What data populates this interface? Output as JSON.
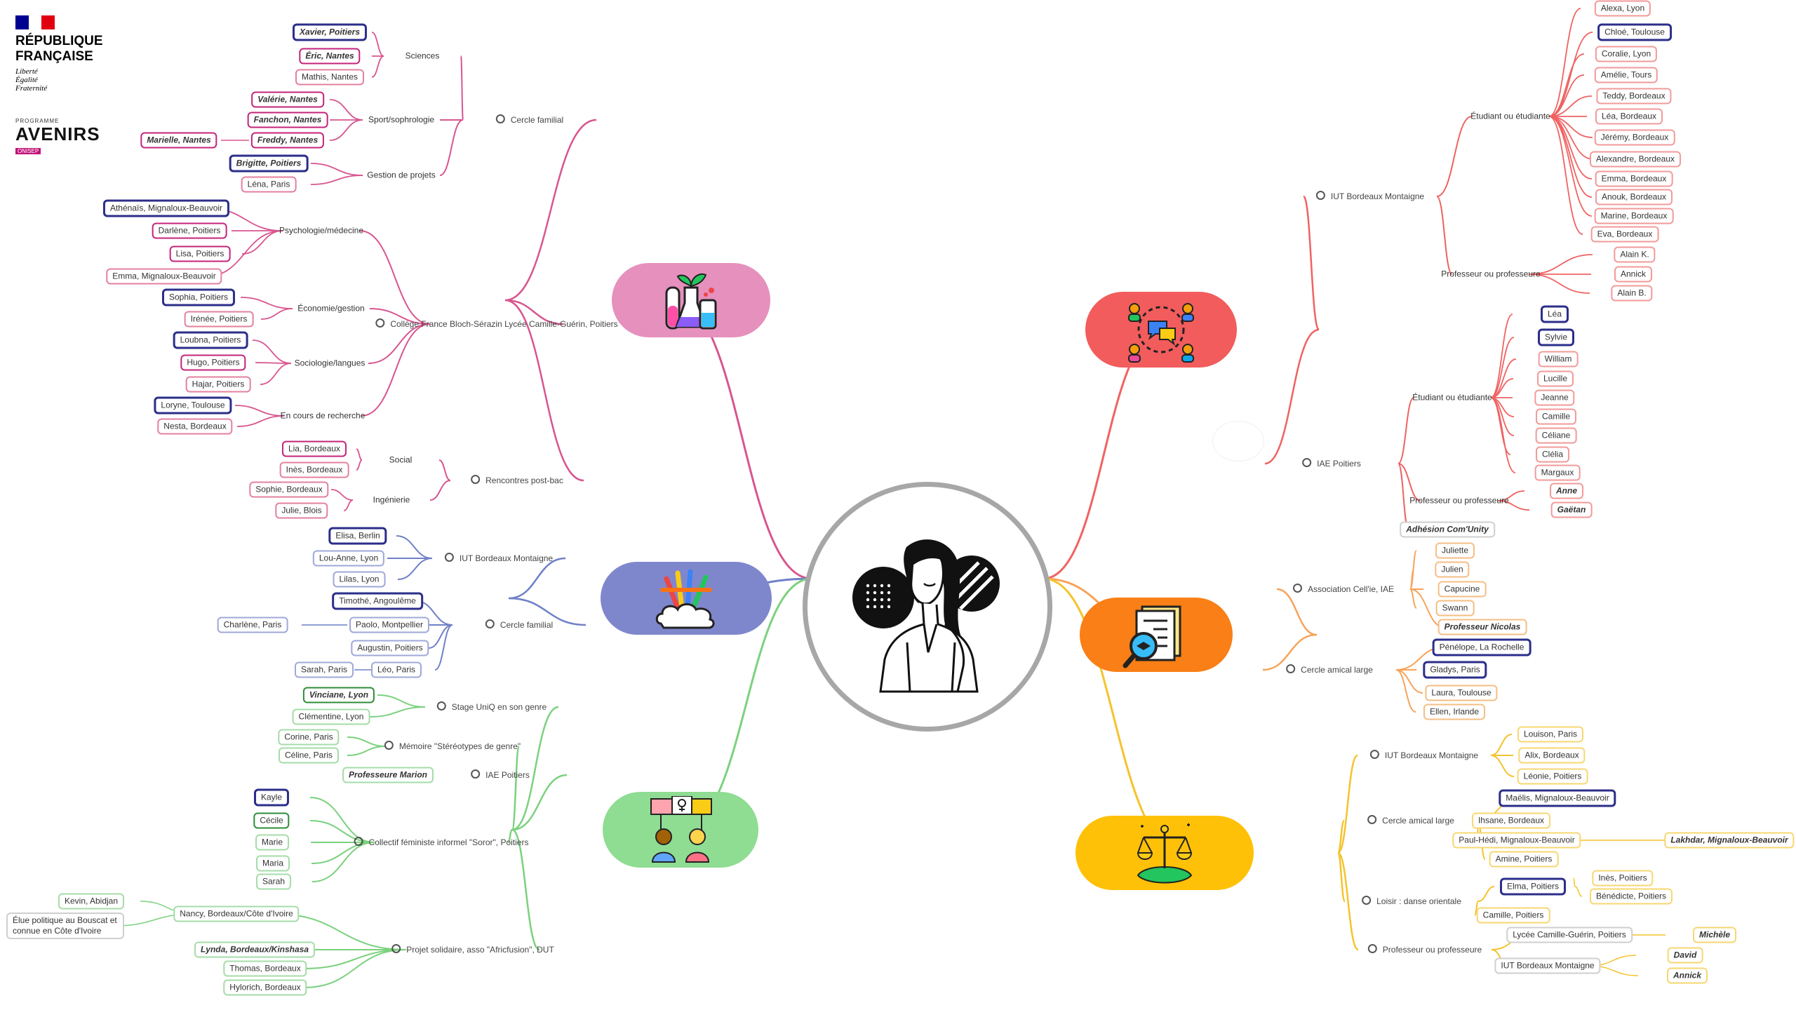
{
  "header": {
    "flag_colors": [
      "#000091",
      "#ffffff",
      "#e1000f"
    ],
    "title_line1": "RÉPUBLIQUE",
    "title_line2": "FRANÇAISE",
    "motto": [
      "Liberté",
      "Égalité",
      "Fraternité"
    ],
    "program_label": "PROGRAMME",
    "program_name": "AVENIRS",
    "program_tag": "ONISEP"
  },
  "mindmap": {
    "center_icon": "woman-portrait-icon",
    "branches": [
      {
        "id": "b1",
        "color": "#d8558f",
        "hub_color": "#e690bd",
        "icon": "laboratory-flasks-plant-icon",
        "groups": [
          {
            "label": "Cercle familial",
            "children": [
              {
                "label": "Sciences",
                "children": [
                  {
                    "label": "Xavier, Poitiers",
                    "style": "bold",
                    "accent": "#2b2e8a"
                  },
                  {
                    "label": "Éric, Nantes",
                    "style": "bold",
                    "accent": "#c4237a"
                  },
                  {
                    "label": "Mathis, Nantes",
                    "accent": "#e3819e"
                  }
                ]
              },
              {
                "label": "Sport/sophrologie",
                "children": [
                  {
                    "label": "Valérie, Nantes",
                    "style": "bold",
                    "accent": "#c4237a"
                  },
                  {
                    "label": "Fanchon, Nantes",
                    "style": "bold",
                    "accent": "#c4237a"
                  },
                  {
                    "label": "Freddy, Nantes",
                    "style": "bold",
                    "accent": "#c4237a",
                    "children": [
                      {
                        "label": "Marielle, Nantes",
                        "style": "bold",
                        "accent": "#c4237a"
                      }
                    ]
                  }
                ]
              },
              {
                "label": "Gestion de projets",
                "children": [
                  {
                    "label": "Brigitte, Poitiers",
                    "style": "bold",
                    "accent": "#2b2e8a"
                  },
                  {
                    "label": "Léna, Paris",
                    "accent": "#e3819e"
                  }
                ]
              }
            ]
          },
          {
            "label": "Collège France Bloch-Sérazin Lycée Camille-Guérin, Poitiers",
            "children": [
              {
                "label": "Psychologie/médecine",
                "children": [
                  {
                    "label": "Athénaïs, Mignaloux-Beauvoir",
                    "accent": "#2b2e8a"
                  },
                  {
                    "label": "Darlène, Poitiers",
                    "accent": "#c4237a"
                  },
                  {
                    "label": "Lisa, Poitiers",
                    "accent": "#c4237a"
                  },
                  {
                    "label": "Emma, Mignaloux-Beauvoir",
                    "accent": "#e3819e"
                  }
                ]
              },
              {
                "label": "Économie/gestion",
                "children": [
                  {
                    "label": "Sophia, Poitiers",
                    "accent": "#2b2e8a"
                  },
                  {
                    "label": "Irénée, Poitiers",
                    "accent": "#e3819e"
                  }
                ]
              },
              {
                "label": "Sociologie/langues",
                "children": [
                  {
                    "label": "Loubna, Poitiers",
                    "accent": "#2b2e8a"
                  },
                  {
                    "label": "Hugo, Poitiers",
                    "accent": "#c4237a"
                  },
                  {
                    "label": "Hajar, Poitiers",
                    "accent": "#e3819e"
                  }
                ]
              },
              {
                "label": "En cours de recherche",
                "children": [
                  {
                    "label": "Loryne, Toulouse",
                    "accent": "#2b2e8a"
                  },
                  {
                    "label": "Nesta, Bordeaux",
                    "accent": "#e3819e"
                  }
                ]
              }
            ]
          },
          {
            "label": "Rencontres post-bac",
            "children": [
              {
                "label": "Social",
                "children": [
                  {
                    "label": "Lia, Bordeaux",
                    "accent": "#c4237a"
                  },
                  {
                    "label": "Inès, Bordeaux",
                    "accent": "#e3819e"
                  }
                ]
              },
              {
                "label": "Ingénierie",
                "children": [
                  {
                    "label": "Sophie, Bordeaux",
                    "accent": "#e3819e"
                  },
                  {
                    "label": "Julie, Blois",
                    "accent": "#e3819e"
                  }
                ]
              }
            ]
          }
        ]
      },
      {
        "id": "b2",
        "color": "#6f80c8",
        "hub_color": "#7f87cc",
        "icon": "art-supplies-icon",
        "groups": [
          {
            "label": "IUT Bordeaux Montaigne",
            "children": [
              {
                "label": "Elisa, Berlin",
                "accent": "#2b2e8a"
              },
              {
                "label": "Lou-Anne, Lyon",
                "accent": "#9fa8d8"
              },
              {
                "label": "Lilas, Lyon",
                "accent": "#9fa8d8"
              }
            ]
          },
          {
            "label": "Cercle familial",
            "children": [
              {
                "label": "Timothé, Angoulême",
                "accent": "#2b2e8a"
              },
              {
                "label": "Paolo, Montpellier",
                "accent": "#9fa8d8",
                "children": [
                  {
                    "label": "Charlène, Paris",
                    "accent": "#9fa8d8"
                  }
                ]
              },
              {
                "label": "Augustin, Poitiers",
                "accent": "#9fa8d8"
              },
              {
                "label": "Léo, Paris",
                "accent": "#9fa8d8",
                "children": [
                  {
                    "label": "Sarah, Paris",
                    "accent": "#9fa8d8"
                  }
                ]
              }
            ]
          }
        ]
      },
      {
        "id": "b3",
        "color": "#7bd17e",
        "hub_color": "#8fdc93",
        "icon": "feminist-activists-icon",
        "groups": [
          {
            "label": "Stage UniQ en son genre",
            "children": [
              {
                "label": "Vinciane, Lyon",
                "style": "bold",
                "accent": "#2e8c3a"
              },
              {
                "label": "Clémentine, Lyon",
                "accent": "#a6dca8"
              }
            ]
          },
          {
            "label": "Mémoire \"Stéréotypes de genre\"",
            "children": [
              {
                "label": "Corine, Paris",
                "accent": "#a6dca8"
              },
              {
                "label": "Céline, Paris",
                "accent": "#a6dca8"
              }
            ]
          },
          {
            "label": "IAE Poitiers",
            "children": [
              {
                "label": "Professeure Marion",
                "style": "bold",
                "accent": "#a6dca8"
              }
            ]
          },
          {
            "label": "Collectif féministe informel \"Soror\", Poitiers",
            "children": [
              {
                "label": "Kayle",
                "accent": "#2b2e8a"
              },
              {
                "label": "Cécile",
                "accent": "#2e8c3a"
              },
              {
                "label": "Marie",
                "accent": "#a6dca8"
              },
              {
                "label": "Maria",
                "accent": "#a6dca8"
              },
              {
                "label": "Sarah",
                "accent": "#a6dca8"
              }
            ]
          },
          {
            "label": "Projet solidaire, asso \"Africfusion\", DUT",
            "children": [
              {
                "label": "Nancy, Bordeaux/Côte d'Ivoire",
                "accent": "#a6dca8",
                "children": [
                  {
                    "label": "Kevin, Abidjan",
                    "accent": "#a6dca8"
                  },
                  {
                    "label": "Élue politique au Bouscat et connue en Côte d'Ivoire",
                    "accent": "#cfcfcf",
                    "wrap": true
                  }
                ]
              },
              {
                "label": "Lynda, Bordeaux/Kinshasa",
                "style": "bold",
                "accent": "#a6dca8"
              },
              {
                "label": "Thomas, Bordeaux",
                "accent": "#a6dca8"
              },
              {
                "label": "Hylorich, Bordeaux",
                "accent": "#a6dca8"
              }
            ]
          }
        ]
      },
      {
        "id": "b4",
        "color": "#f06262",
        "hub_color": "#f25c5c",
        "icon": "conversation-network-icon",
        "groups": [
          {
            "label": "IUT Bordeaux Montaigne",
            "children": [
              {
                "label": "Étudiant ou étudiante",
                "children": [
                  {
                    "label": "Alexa, Lyon",
                    "accent": "#f29a9a"
                  },
                  {
                    "label": "Chloé, Toulouse",
                    "accent": "#2b2e8a"
                  },
                  {
                    "label": "Coralie, Lyon",
                    "accent": "#f29a9a"
                  },
                  {
                    "label": "Amélie, Tours",
                    "accent": "#f29a9a"
                  },
                  {
                    "label": "Teddy, Bordeaux",
                    "accent": "#f29a9a"
                  },
                  {
                    "label": "Léa, Bordeaux",
                    "accent": "#f29a9a"
                  },
                  {
                    "label": "Jérémy, Bordeaux",
                    "accent": "#f29a9a"
                  },
                  {
                    "label": "Alexandre, Bordeaux",
                    "accent": "#f29a9a"
                  },
                  {
                    "label": "Emma, Bordeaux",
                    "accent": "#f29a9a"
                  },
                  {
                    "label": "Anouk, Bordeaux",
                    "accent": "#f29a9a"
                  },
                  {
                    "label": "Marine, Bordeaux",
                    "accent": "#f29a9a"
                  },
                  {
                    "label": "Eva, Bordeaux",
                    "accent": "#f29a9a"
                  }
                ]
              },
              {
                "label": "Professeur ou professeure",
                "children": [
                  {
                    "label": "Alain K.",
                    "accent": "#f29a9a"
                  },
                  {
                    "label": "Annick",
                    "accent": "#f29a9a"
                  },
                  {
                    "label": "Alain B.",
                    "accent": "#f29a9a"
                  }
                ]
              }
            ]
          },
          {
            "label": "IAE Poitiers",
            "children": [
              {
                "label": "Étudiant ou étudiante",
                "children": [
                  {
                    "label": "Léa",
                    "accent": "#2b2e8a"
                  },
                  {
                    "label": "Sylvie",
                    "accent": "#2b2e8a"
                  },
                  {
                    "label": "William",
                    "accent": "#f29a9a"
                  },
                  {
                    "label": "Lucille",
                    "accent": "#f29a9a"
                  },
                  {
                    "label": "Jeanne",
                    "accent": "#f29a9a"
                  },
                  {
                    "label": "Camille",
                    "accent": "#f29a9a"
                  },
                  {
                    "label": "Céliane",
                    "accent": "#f29a9a"
                  },
                  {
                    "label": "Clélia",
                    "accent": "#f29a9a"
                  },
                  {
                    "label": "Margaux",
                    "accent": "#f29a9a"
                  }
                ]
              },
              {
                "label": "Professeur ou professeure",
                "children": [
                  {
                    "label": "Anne",
                    "style": "bold",
                    "accent": "#f29a9a"
                  },
                  {
                    "label": "Gaëtan",
                    "style": "bold",
                    "accent": "#f29a9a"
                  }
                ]
              },
              {
                "label": "Adhésion Com'Unity",
                "style": "bold",
                "accent": "#cfcfcf"
              }
            ]
          }
        ]
      },
      {
        "id": "b5",
        "color": "#f7a35a",
        "hub_color": "#f97f16",
        "icon": "document-magnifier-icon",
        "groups": [
          {
            "label": "Association Cell'ie, IAE",
            "children": [
              {
                "label": "Juliette",
                "accent": "#f5bd84"
              },
              {
                "label": "Julien",
                "accent": "#f5bd84"
              },
              {
                "label": "Capucine",
                "accent": "#f5bd84"
              },
              {
                "label": "Swann",
                "accent": "#f5bd84"
              },
              {
                "label": "Professeur Nicolas",
                "style": "bold",
                "accent": "#f5bd84"
              }
            ]
          },
          {
            "label": "Cercle amical large",
            "children": [
              {
                "label": "Pénélope, La Rochelle",
                "accent": "#2b2e8a"
              },
              {
                "label": "Gladys, Paris",
                "accent": "#2b2e8a"
              },
              {
                "label": "Laura, Toulouse",
                "accent": "#f5bd84"
              },
              {
                "label": "Ellen, Irlande",
                "accent": "#f5bd84"
              }
            ]
          }
        ]
      },
      {
        "id": "b6",
        "color": "#f5c32d",
        "hub_color": "#ffc107",
        "icon": "scales-of-justice-icon",
        "groups": [
          {
            "label": "IUT Bordeaux Montaigne",
            "children": [
              {
                "label": "Louison, Paris",
                "accent": "#f6d772"
              },
              {
                "label": "Alix, Bordeaux",
                "accent": "#f6d772"
              },
              {
                "label": "Léonie, Poitiers",
                "accent": "#f6d772"
              }
            ]
          },
          {
            "label": "Cercle amical large",
            "children": [
              {
                "label": "Maëlis, Mignaloux-Beauvoir",
                "accent": "#2b2e8a"
              },
              {
                "label": "Ihsane, Bordeaux",
                "accent": "#f6d772"
              },
              {
                "label": "Paul-Hédi, Mignaloux-Beauvoir",
                "accent": "#f6d772",
                "children": [
                  {
                    "label": "Lakhdar, Mignaloux-Beauvoir",
                    "style": "bold",
                    "accent": "#f6d772"
                  }
                ]
              },
              {
                "label": "Amine, Poitiers",
                "accent": "#f6d772"
              }
            ]
          },
          {
            "label": "Loisir : danse orientale",
            "children": [
              {
                "label": "Elma, Poitiers",
                "accent": "#2b2e8a",
                "children": [
                  {
                    "label": "Inès, Poitiers",
                    "accent": "#f6d772"
                  },
                  {
                    "label": "Bénédicte, Poitiers",
                    "accent": "#f6d772"
                  }
                ]
              },
              {
                "label": "Camille, Poitiers",
                "accent": "#f6d772"
              }
            ]
          },
          {
            "label": "Professeur ou professeure",
            "children": [
              {
                "label": "Lycée Camille-Guérin, Poitiers",
                "accent": "#cfcfcf",
                "children": [
                  {
                    "label": "Michèle",
                    "style": "bold",
                    "accent": "#f6d772"
                  }
                ]
              },
              {
                "label": "IUT Bordeaux Montaigne",
                "accent": "#cfcfcf",
                "children": [
                  {
                    "label": "David",
                    "style": "bold",
                    "accent": "#f6d772"
                  },
                  {
                    "label": "Annick",
                    "style": "bold",
                    "accent": "#f6d772"
                  }
                ]
              }
            ]
          }
        ]
      }
    ]
  }
}
